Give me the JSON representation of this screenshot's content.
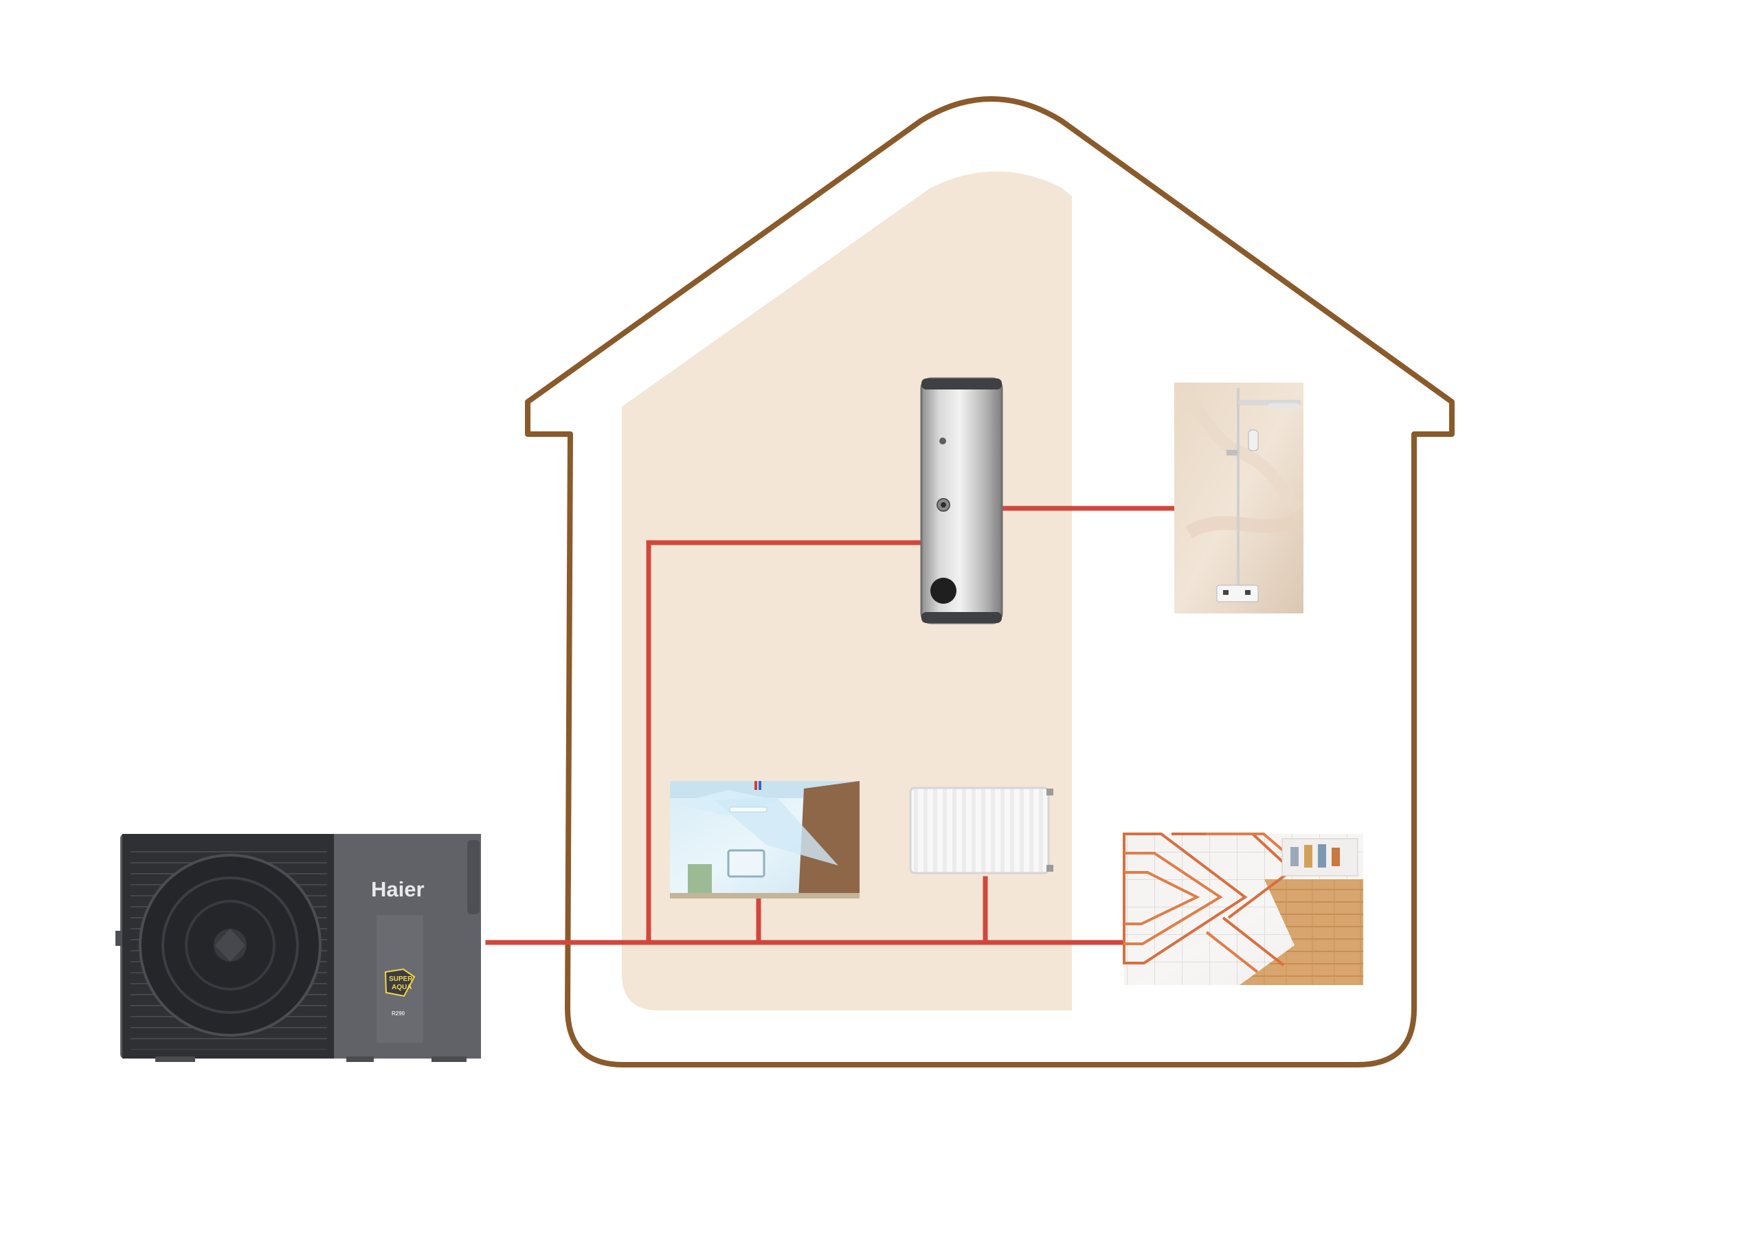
{
  "diagram": {
    "brand": "Haier",
    "badge": {
      "line1": "SUPER",
      "line2": "AQUA"
    },
    "refrigerant_label": "R290"
  },
  "colors": {
    "house_outline": "#8a5a2b",
    "indoor_zone": "#f3e6d6",
    "pipe": "#d2473c",
    "unit_body": "#595a5d",
    "unit_fan_panel": "#2e2f32",
    "tank": "#bfbfbf",
    "radiator": "#f8f8f8",
    "floor_wood": "#d7a56d"
  },
  "icons": {
    "heat_pump": "outdoor-heat-pump-icon",
    "tank": "hot-water-tank-icon",
    "shower": "shower-icon",
    "fan_coil": "fan-coil-room-icon",
    "radiator": "radiator-icon",
    "underfloor": "underfloor-heating-icon"
  }
}
